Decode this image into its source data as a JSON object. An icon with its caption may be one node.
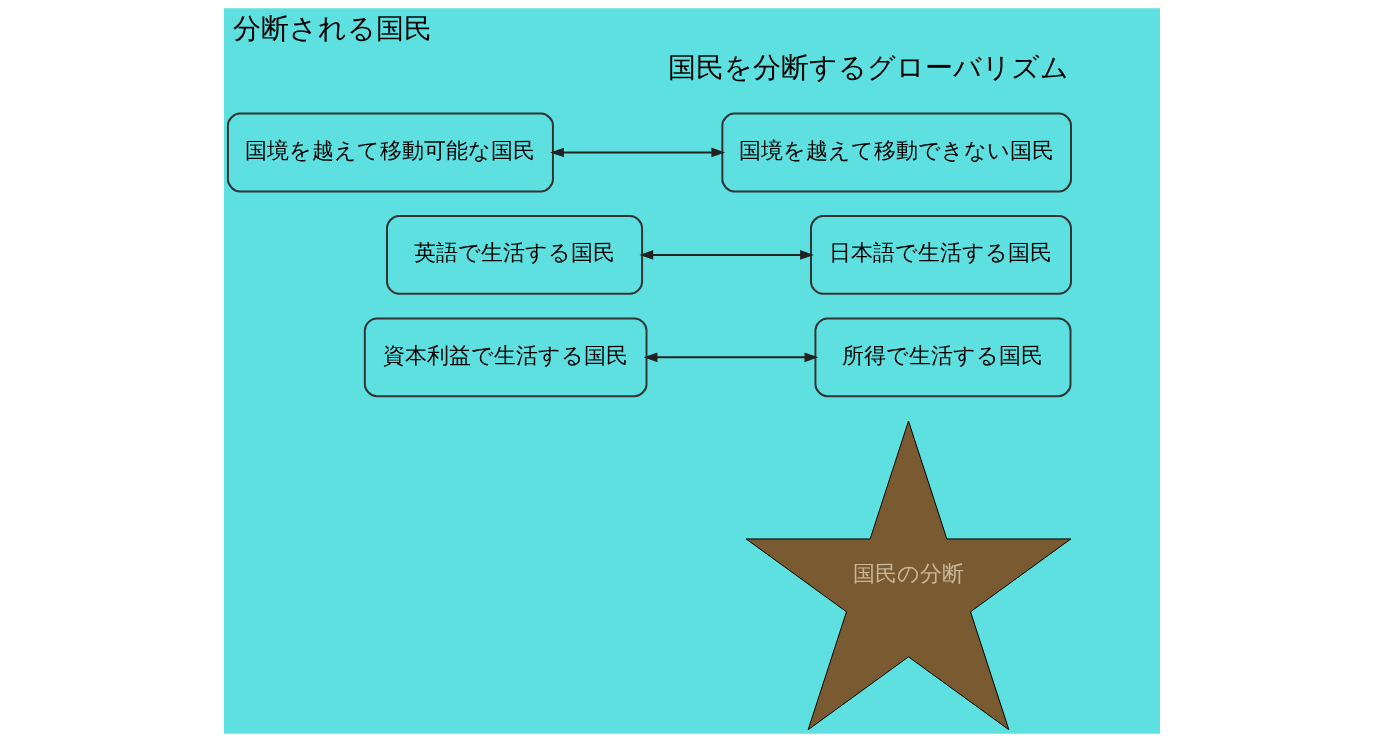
{
  "diagram": {
    "title": "分断される国民",
    "nodes": [
      {
        "text": [
          "国境を越えて移動可能な国民"
        ]
      },
      {
        "text": [
          "国境を越えて移動できない国民"
        ]
      },
      {
        "text": [
          "英語で生活する国民"
        ]
      },
      {
        "text": [
          "日本語で生活する国民"
        ]
      },
      {
        "text": [
          "資本利益で生活する国民"
        ]
      },
      {
        "text": [
          "所得で生活する国民"
        ]
      },
      {
        "text": [
          "国民の分断"
        ]
      }
    ],
    "edges": [
      {
        "from": 0,
        "to": 1,
        "arrow": "both"
      },
      {
        "from": 2,
        "to": 3,
        "arrow": "both"
      },
      {
        "from": 4,
        "to": 5,
        "arrow": "both"
      }
    ],
    "labels": [
      "国民を分断するグローバリズム"
    ]
  }
}
